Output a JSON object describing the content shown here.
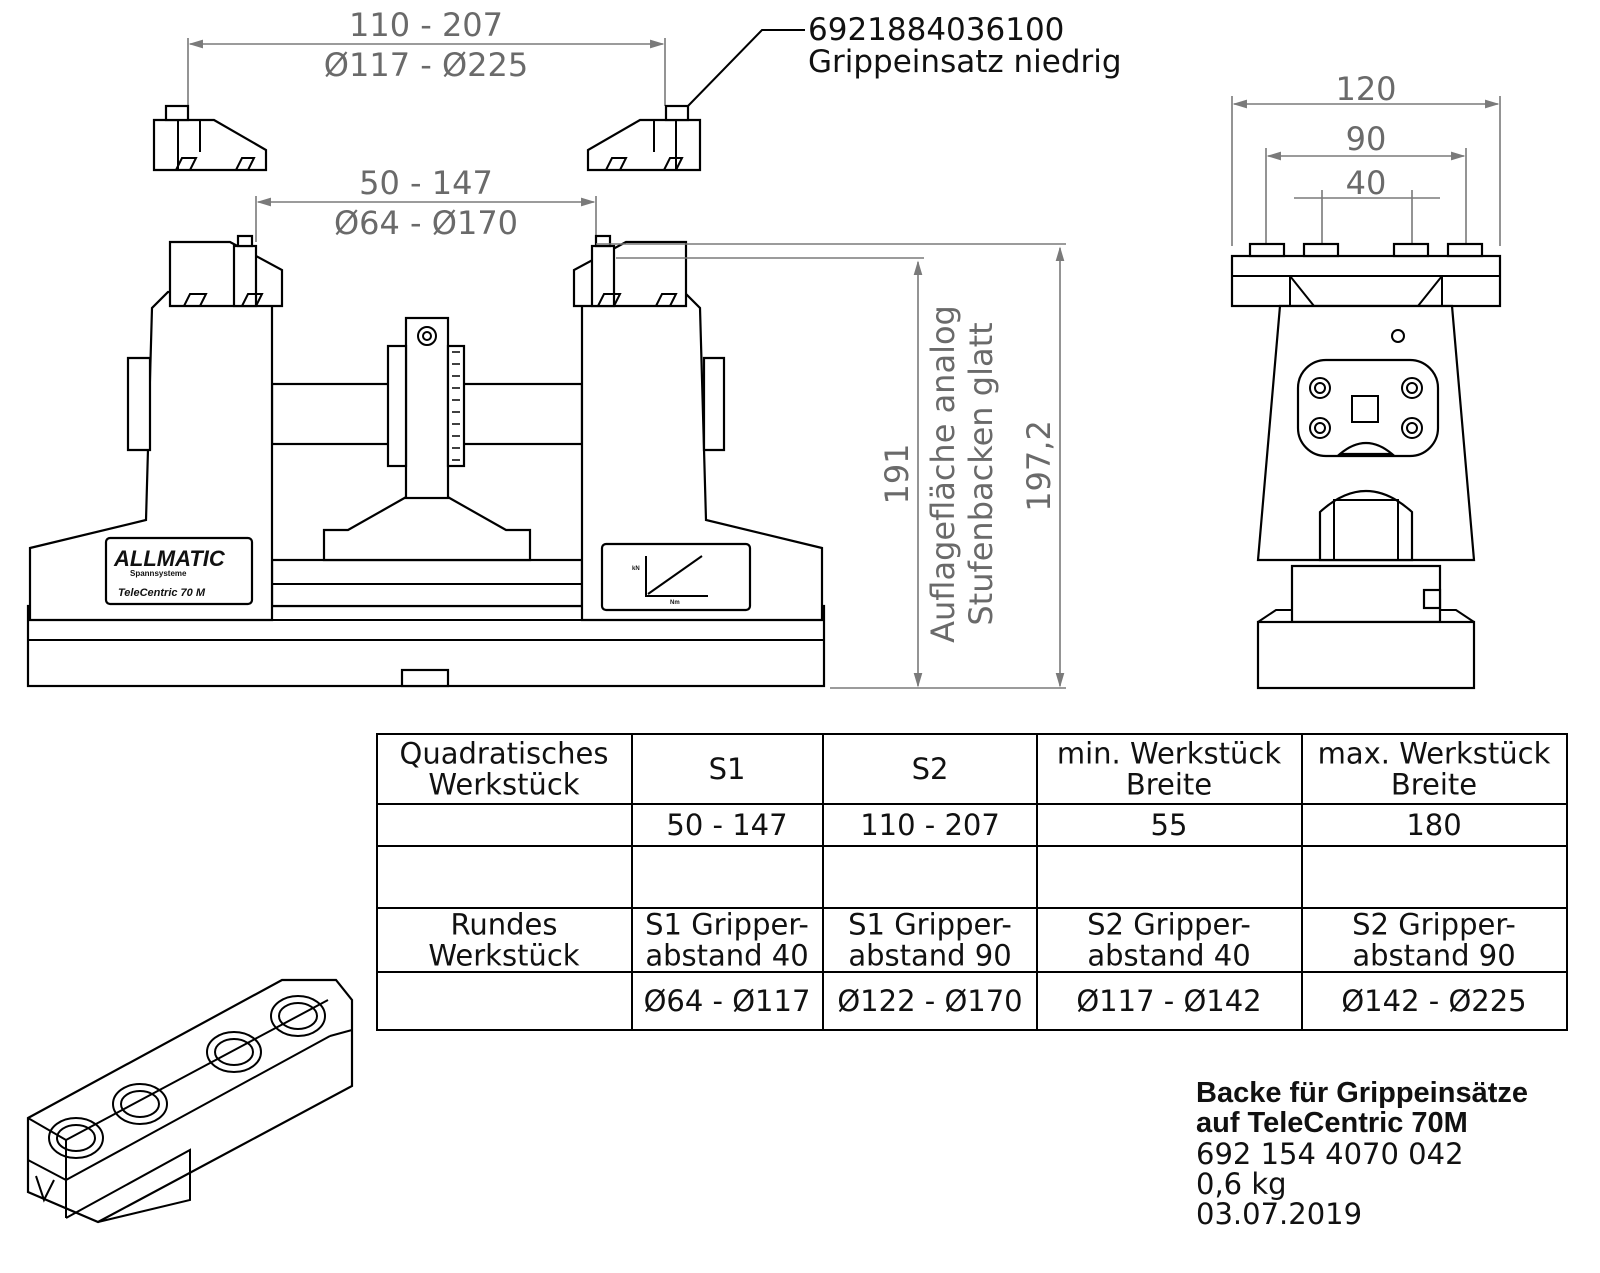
{
  "dimensions": {
    "s2_range": "110 - 207",
    "s2_diameter": "Ø117 - Ø225",
    "s1_range": "50 - 147",
    "s1_diameter": "Ø64 - Ø170",
    "width_120": "120",
    "width_90": "90",
    "width_40": "40",
    "height_191": "191",
    "height_197": "197,2",
    "note_line1": "Auflagefläche analog",
    "note_line2": "Stufenbacken glatt"
  },
  "callout": {
    "part_number": "6921884036100",
    "part_name": "Grippeinsatz niedrig"
  },
  "labels": {
    "brand": "ALLMATIC",
    "brand_sub": "Spannsysteme",
    "model": "TeleCentric 70 M",
    "graph_y": "kN",
    "graph_x": "Nm"
  },
  "table": {
    "header": [
      "Quadratisches\nWerkstück",
      "S1",
      "S2",
      "min. Werkstück\nBreite",
      "max. Werkstück\nBreite"
    ],
    "square_values": [
      "",
      "50 - 147",
      "110 - 207",
      "55",
      "180"
    ],
    "round_header": [
      "Rundes\nWerkstück",
      "S1 Gripper-\nabstand 40",
      "S1 Gripper-\nabstand 90",
      "S2 Gripper-\nabstand 40",
      "S2 Gripper-\nabstand 90"
    ],
    "round_values": [
      "",
      "Ø64 - Ø117",
      "Ø122 - Ø170",
      "Ø117 - Ø142",
      "Ø142 - Ø225"
    ]
  },
  "info": {
    "title_line1": "Backe für Grippeinsätze",
    "title_line2": "auf TeleCentric 70M",
    "article_number": "692 154 4070 042",
    "weight": "0,6 kg",
    "date": "03.07.2019"
  }
}
